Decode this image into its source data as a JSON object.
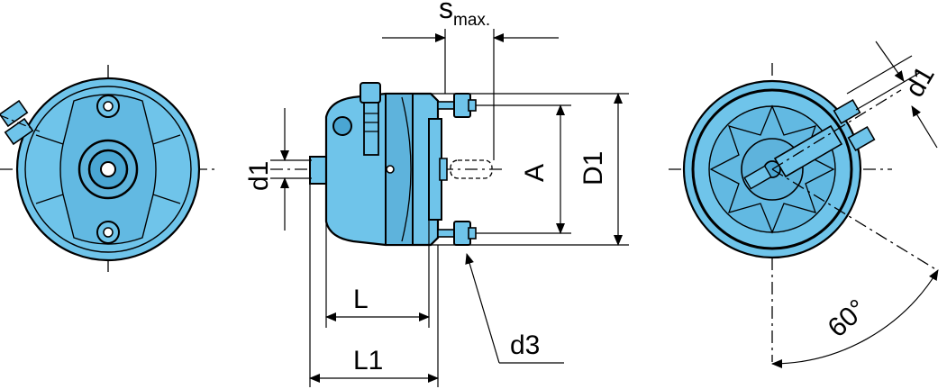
{
  "colors": {
    "body_fill": "#6fc4ea",
    "body_dark": "#4aa6d3",
    "line": "#000000",
    "background": "#ffffff"
  },
  "labels": {
    "s_main": "s",
    "s_sub": "max.",
    "A": "A",
    "D1": "D1",
    "d1_left": "d1",
    "d1_right": "d1",
    "d3": "d3",
    "L": "L",
    "L1": "L1",
    "angle": "60°"
  }
}
